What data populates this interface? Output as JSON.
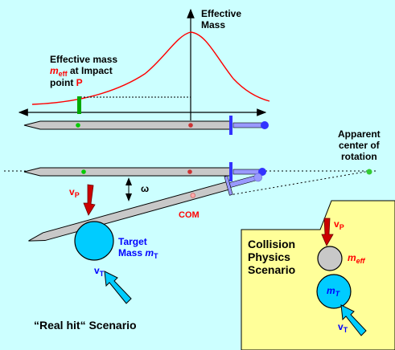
{
  "colors": {
    "background": "#ccffff",
    "panel": "#ffff99",
    "curve": "#ff0000",
    "blade": "#c8c8c8",
    "handle": "#9999ff",
    "pommel": "#3333ff",
    "target": "#00ccff",
    "impact_marker": "#00aa00",
    "com_marker": "#cc0000",
    "ball_gray": "#c8c8c8"
  },
  "graph": {
    "axis_title_line1": "Effective",
    "axis_title_line2": "Mass",
    "annotation_line1": "Effective mass",
    "annotation_m": "m",
    "annotation_sub": "eff",
    "annotation_line2_rest": " at Impact",
    "annotation_line3": "point ",
    "annotation_point": "P"
  },
  "rotation": {
    "line1": "Apparent",
    "line2": "center of",
    "line3": "rotation",
    "omega": "ω"
  },
  "real_hit": {
    "vp_v": "v",
    "vp_sub": "P",
    "com": "COM",
    "target_line1": "Target",
    "target_line2": "Mass ",
    "target_m": "m",
    "target_sub": "T",
    "vt_v": "v",
    "vt_sub": "T",
    "caption": "“Real hit“ Scenario"
  },
  "collision": {
    "title_line1": "Collision",
    "title_line2": "Physics",
    "title_line3": "Scenario",
    "vp_v": "v",
    "vp_sub": "P",
    "meff_m": "m",
    "meff_sub": "eff",
    "mt_m": "m",
    "mt_sub": "T",
    "vt_v": "v",
    "vt_sub": "T"
  }
}
